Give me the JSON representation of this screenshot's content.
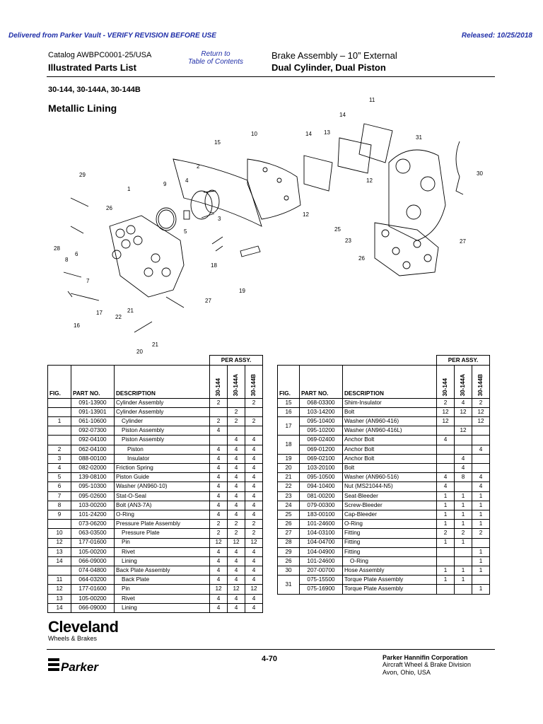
{
  "banner": {
    "left": "Delivered from Parker Vault - VERIFY REVISION BEFORE USE",
    "right": "Released: 10/25/2018"
  },
  "header": {
    "catalog": "Catalog AWBPC0001-25/USA",
    "section": "Illustrated Parts List",
    "return_link_1": "Return to",
    "return_link_2": "Table of Contents",
    "title_1": "Brake Assembly – 10” External",
    "title_2": "Dual Cylinder, Dual Piston"
  },
  "models": "30-144, 30-144A, 30-144B",
  "subtitle": "Metallic Lining",
  "diagram_callouts": [
    "11",
    "14",
    "13",
    "31",
    "10",
    "15",
    "2",
    "9",
    "4",
    "1",
    "29",
    "26",
    "30",
    "12",
    "12",
    "25",
    "23",
    "5",
    "3",
    "27",
    "26",
    "28",
    "6",
    "8",
    "7",
    "18",
    "19",
    "27",
    "17",
    "21",
    "22",
    "16",
    "21",
    "20"
  ],
  "table_headers": {
    "per_assy": "PER ASSY.",
    "fig": "FIG.",
    "part_no": "PART NO.",
    "description": "DESCRIPTION",
    "cols": [
      "30-144",
      "30-144A",
      "30-144B"
    ]
  },
  "table_left": [
    {
      "fig": "",
      "part": "091-13900",
      "desc": "Cylinder Assembly",
      "ind": 0,
      "q": [
        "2",
        "",
        "2"
      ]
    },
    {
      "fig": "",
      "part": "091-13901",
      "desc": "Cylinder Assembly",
      "ind": 0,
      "q": [
        "",
        "2",
        ""
      ]
    },
    {
      "fig": "1",
      "part": "061-10600",
      "desc": "Cylinder",
      "ind": 1,
      "q": [
        "2",
        "2",
        "2"
      ]
    },
    {
      "fig": "",
      "part": "092-07300",
      "desc": "Piston Assembly",
      "ind": 1,
      "q": [
        "4",
        "",
        ""
      ]
    },
    {
      "fig": "",
      "part": "092-04100",
      "desc": "Piston Assembly",
      "ind": 1,
      "q": [
        "",
        "4",
        "4"
      ]
    },
    {
      "fig": "2",
      "part": "062-04100",
      "desc": "Piston",
      "ind": 2,
      "q": [
        "4",
        "4",
        "4"
      ]
    },
    {
      "fig": "3",
      "part": "088-00100",
      "desc": "Insulator",
      "ind": 2,
      "q": [
        "4",
        "4",
        "4"
      ]
    },
    {
      "fig": "4",
      "part": "082-02000",
      "desc": "Friction Spring",
      "ind": 0,
      "q": [
        "4",
        "4",
        "4"
      ]
    },
    {
      "fig": "5",
      "part": "139-08100",
      "desc": "Piston Guide",
      "ind": 0,
      "q": [
        "4",
        "4",
        "4"
      ]
    },
    {
      "fig": "6",
      "part": "095-10300",
      "desc": "Washer (AN960-10)",
      "ind": 0,
      "q": [
        "4",
        "4",
        "4"
      ]
    },
    {
      "fig": "7",
      "part": "095-02600",
      "desc": "Stat-O-Seal",
      "ind": 0,
      "q": [
        "4",
        "4",
        "4"
      ]
    },
    {
      "fig": "8",
      "part": "103-00200",
      "desc": "Bolt (AN3-7A)",
      "ind": 0,
      "q": [
        "4",
        "4",
        "4"
      ]
    },
    {
      "fig": "9",
      "part": "101-24200",
      "desc": "O-Ring",
      "ind": 0,
      "q": [
        "4",
        "4",
        "4"
      ]
    },
    {
      "fig": "",
      "part": "073-06200",
      "desc": "Pressure Plate Assembly",
      "ind": 0,
      "q": [
        "2",
        "2",
        "2"
      ]
    },
    {
      "fig": "10",
      "part": "063-03500",
      "desc": "Pressure Plate",
      "ind": 1,
      "q": [
        "2",
        "2",
        "2"
      ]
    },
    {
      "fig": "12",
      "part": "177-01600",
      "desc": "Pin",
      "ind": 1,
      "q": [
        "12",
        "12",
        "12"
      ]
    },
    {
      "fig": "13",
      "part": "105-00200",
      "desc": "Rivet",
      "ind": 1,
      "q": [
        "4",
        "4",
        "4"
      ]
    },
    {
      "fig": "14",
      "part": "066-09000",
      "desc": "Lining",
      "ind": 1,
      "q": [
        "4",
        "4",
        "4"
      ]
    },
    {
      "fig": "",
      "part": "074-04800",
      "desc": "Back Plate Assembly",
      "ind": 0,
      "q": [
        "4",
        "4",
        "4"
      ]
    },
    {
      "fig": "11",
      "part": "064-03200",
      "desc": "Back Plate",
      "ind": 1,
      "q": [
        "4",
        "4",
        "4"
      ]
    },
    {
      "fig": "12",
      "part": "177-01600",
      "desc": "Pin",
      "ind": 1,
      "q": [
        "12",
        "12",
        "12"
      ]
    },
    {
      "fig": "13",
      "part": "105-00200",
      "desc": "Rivet",
      "ind": 1,
      "q": [
        "4",
        "4",
        "4"
      ]
    },
    {
      "fig": "14",
      "part": "066-09000",
      "desc": "Lining",
      "ind": 1,
      "q": [
        "4",
        "4",
        "4"
      ]
    }
  ],
  "table_right": [
    {
      "fig": "15",
      "part": "068-03300",
      "desc": "Shim-Insulator",
      "ind": 0,
      "q": [
        "2",
        "4",
        "2"
      ]
    },
    {
      "fig": "16",
      "part": "103-14200",
      "desc": "Bolt",
      "ind": 0,
      "q": [
        "12",
        "12",
        "12"
      ]
    },
    {
      "fig": "17",
      "part": "095-10400",
      "desc": "Washer (AN960-416)",
      "ind": 0,
      "q": [
        "12",
        "",
        "12"
      ],
      "rowspan": 2
    },
    {
      "fig": "",
      "part": "095-10200",
      "desc": "Washer (AN960-416L)",
      "ind": 0,
      "q": [
        "",
        "12",
        ""
      ],
      "cont": true
    },
    {
      "fig": "18",
      "part": "069-02400",
      "desc": "Anchor Bolt",
      "ind": 0,
      "q": [
        "4",
        "",
        ""
      ],
      "rowspan": 2
    },
    {
      "fig": "",
      "part": "069-01200",
      "desc": "Anchor Bolt",
      "ind": 0,
      "q": [
        "",
        "",
        "4"
      ],
      "cont": true
    },
    {
      "fig": "19",
      "part": "069-02100",
      "desc": "Anchor Bolt",
      "ind": 0,
      "q": [
        "",
        "4",
        ""
      ]
    },
    {
      "fig": "20",
      "part": "103-20100",
      "desc": "Bolt",
      "ind": 0,
      "q": [
        "",
        "4",
        ""
      ]
    },
    {
      "fig": "21",
      "part": "095-10500",
      "desc": "Washer (AN960-516)",
      "ind": 0,
      "q": [
        "4",
        "8",
        "4"
      ]
    },
    {
      "fig": "22",
      "part": "094-10400",
      "desc": "Nut (MS21044-N5)",
      "ind": 0,
      "q": [
        "4",
        "",
        "4"
      ]
    },
    {
      "fig": "23",
      "part": "081-00200",
      "desc": "Seat-Bleeder",
      "ind": 0,
      "q": [
        "1",
        "1",
        "1"
      ]
    },
    {
      "fig": "24",
      "part": "079-00300",
      "desc": "Screw-Bleeder",
      "ind": 0,
      "q": [
        "1",
        "1",
        "1"
      ]
    },
    {
      "fig": "25",
      "part": "183-00100",
      "desc": "Cap-Bleeder",
      "ind": 0,
      "q": [
        "1",
        "1",
        "1"
      ]
    },
    {
      "fig": "26",
      "part": "101-24600",
      "desc": "O-Ring",
      "ind": 0,
      "q": [
        "1",
        "1",
        "1"
      ]
    },
    {
      "fig": "27",
      "part": "104-03100",
      "desc": "Fitting",
      "ind": 0,
      "q": [
        "2",
        "2",
        "2"
      ]
    },
    {
      "fig": "28",
      "part": "104-04700",
      "desc": "Fitting",
      "ind": 0,
      "q": [
        "1",
        "1",
        ""
      ]
    },
    {
      "fig": "29",
      "part": "104-04900",
      "desc": "Fitting",
      "ind": 0,
      "q": [
        "",
        "",
        "1"
      ]
    },
    {
      "fig": "26",
      "part": "101-24600",
      "desc": "O-Ring",
      "ind": 1,
      "q": [
        "",
        "",
        "1"
      ]
    },
    {
      "fig": "30",
      "part": "207-00700",
      "desc": "Hose Assembly",
      "ind": 0,
      "q": [
        "1",
        "1",
        "1"
      ]
    },
    {
      "fig": "31",
      "part": "075-15500",
      "desc": "Torque Plate Assembly",
      "ind": 0,
      "q": [
        "1",
        "1",
        ""
      ],
      "rowspan": 2
    },
    {
      "fig": "",
      "part": "075-16900",
      "desc": "Torque Plate Assembly",
      "ind": 0,
      "q": [
        "",
        "",
        "1"
      ],
      "cont": true
    }
  ],
  "footer": {
    "brand": "Cleveland",
    "brand_sub": "Wheels & Brakes",
    "page": "4-70",
    "company": "Parker Hannifin Corporation",
    "division": "Aircraft Wheel & Brake Division",
    "location": "Avon, Ohio, USA",
    "parker_logo": "Parker"
  }
}
